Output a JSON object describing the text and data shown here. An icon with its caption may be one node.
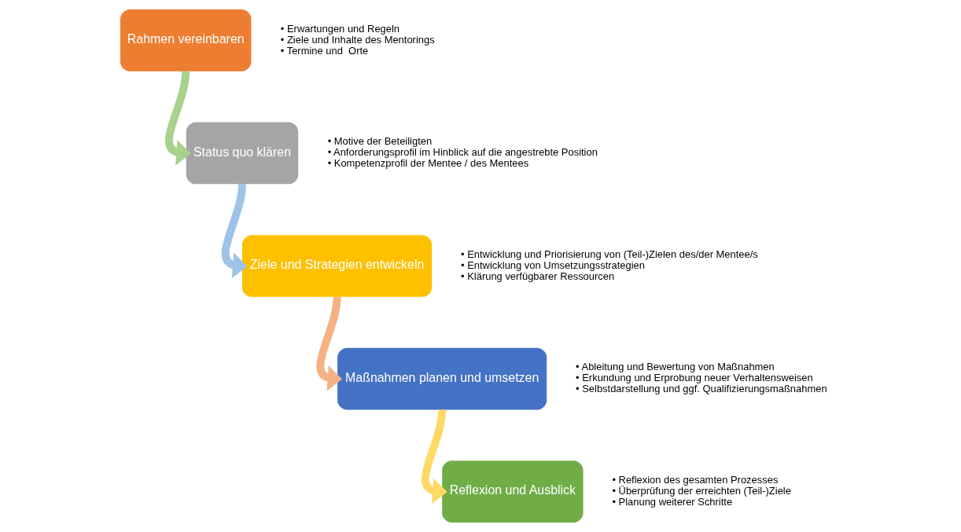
{
  "diagram": {
    "nodes": [
      {
        "text": [
          "Rahmen vereinbaren"
        ],
        "beside": [
          "• Erwartungen und Regeln",
          "• Ziele und Inhalte des Mentorings",
          "• Termine und  Orte"
        ]
      },
      {
        "text": [
          "Status quo klären"
        ],
        "beside": [
          "• Motive der Beteiligten",
          "• Anforderungsprofil im Hinblick auf die angestrebte Position",
          "• Kompetenzprofil der Mentee / des Mentees"
        ]
      },
      {
        "text": [
          "Ziele und Strategien entwickeln"
        ],
        "beside": [
          "• Entwicklung und Priorisierung von (Teil-)Zielen des/der Mentee/s",
          "• Entwicklung von Umsetzungsstrategien",
          "• Klärung verfügbarer Ressourcen"
        ]
      },
      {
        "text": [
          "Maßnahmen planen und umsetzen"
        ],
        "beside": [
          "• Ableitung und Bewertung von Maßnahmen",
          "• Erkundung und Erprobung neuer Verhaltensweisen",
          "• Selbstdarstellung und ggf. Qualifizierungsmaßnahmen"
        ]
      },
      {
        "text": [
          "Reflexion und Ausblick"
        ],
        "beside": [
          "• Reflexion des gesamten Prozesses",
          "• Überprüfung der erreichten (Teil-)Ziele",
          "• Planung weiterer Schritte"
        ]
      }
    ],
    "edges": [
      {
        "from": 0,
        "to": 1,
        "arrow": "to",
        "color": "#a9d18e"
      },
      {
        "from": 1,
        "to": 2,
        "arrow": "to",
        "color": "#9dc3e6"
      },
      {
        "from": 2,
        "to": 3,
        "arrow": "to",
        "color": "#f4b183"
      },
      {
        "from": 3,
        "to": 4,
        "arrow": "to",
        "color": "#ffd966"
      }
    ]
  }
}
